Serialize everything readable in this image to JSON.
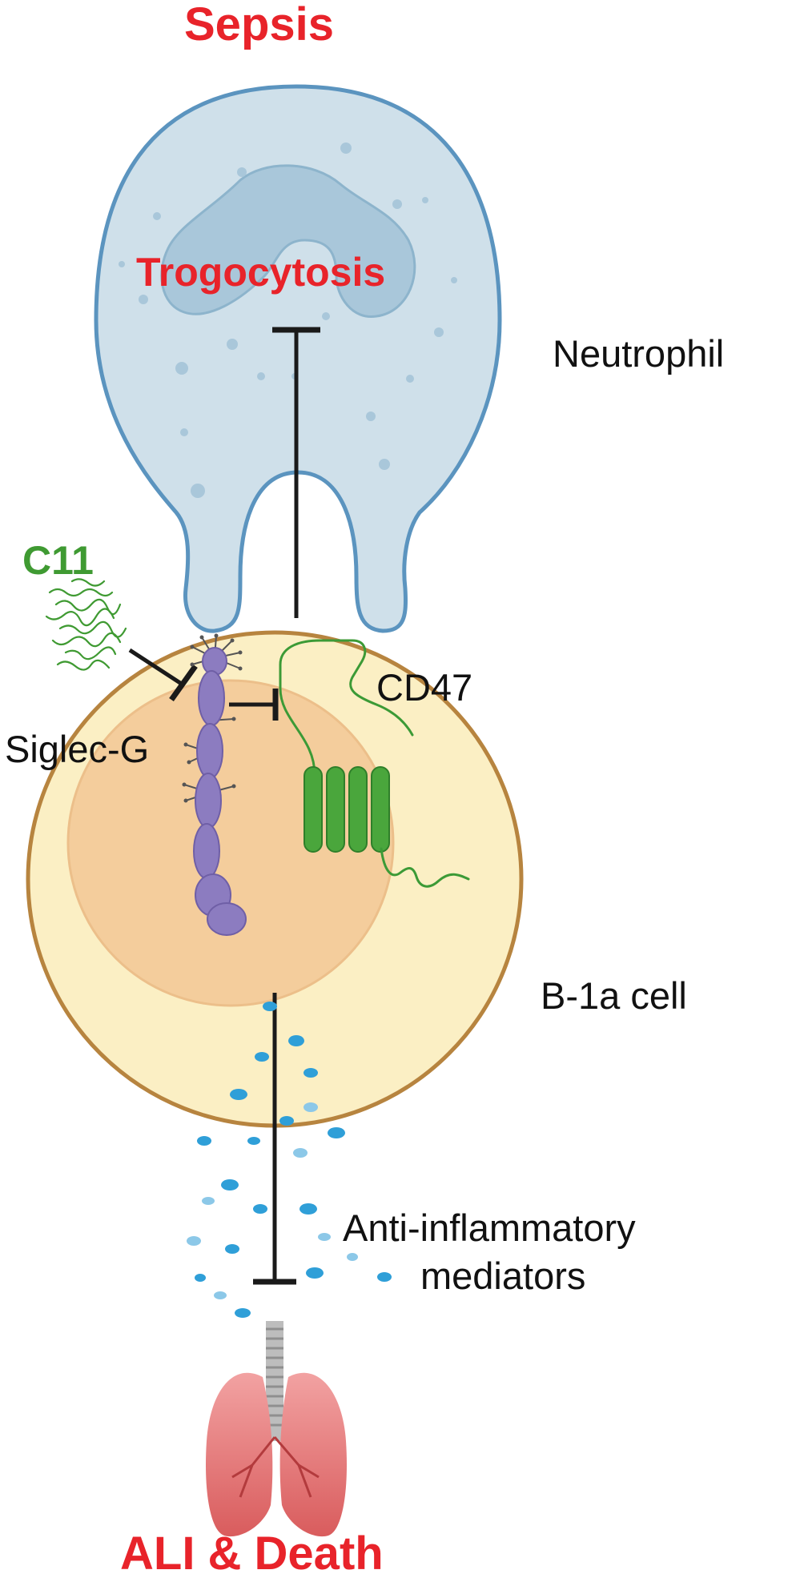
{
  "labels": {
    "top_title": "Sepsis",
    "process": "Trogocytosis",
    "neutrophil": "Neutrophil",
    "compound": "C11",
    "receptor": "Siglec-G",
    "ligand": "CD47",
    "b_cell": "B-1a cell",
    "mediators_line1": "Anti-inflammatory",
    "mediators_line2": "mediators",
    "outcome": "ALI & Death"
  },
  "colors": {
    "title_red": "#e8232a",
    "compound_green": "#3f9a32",
    "neutrophil_fill": "#cfe0ea",
    "neutrophil_stroke": "#5b94bf",
    "nucleus_fill": "#a9c7da",
    "b_cell_fill": "#fbefc4",
    "b_cell_stroke": "#b7843f",
    "b_cell_nucleus": "#f4cd9c",
    "siglec_purple": "#8c7cc0",
    "cd47_green": "#3c9a36",
    "mediator_blue": "#2f9fd8",
    "lung_red": "#e27576"
  }
}
